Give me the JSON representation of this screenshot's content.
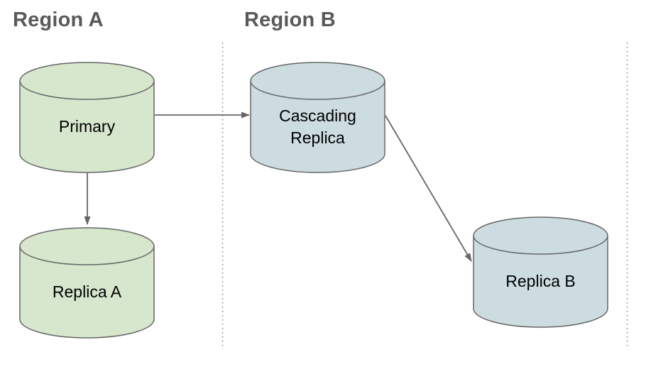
{
  "regions": [
    {
      "label": "Region A"
    },
    {
      "label": "Region B"
    }
  ],
  "nodes": [
    {
      "label": "Primary"
    },
    {
      "label": "Replica A"
    },
    {
      "label": "Cascading Replica"
    },
    {
      "label": "Replica B"
    }
  ],
  "edges": [
    {
      "from": "Primary",
      "to": "Cascading Replica"
    },
    {
      "from": "Primary",
      "to": "Replica A"
    },
    {
      "from": "Cascading Replica",
      "to": "Replica B"
    }
  ],
  "colors": {
    "region_a_node_fill": "#d6e7ce",
    "region_b_node_fill": "#ccdce1",
    "shape_stroke": "#666666",
    "arrow": "#666666",
    "region_label_text": "#595959",
    "node_label_text": "#000000",
    "region_divider": "#808080"
  }
}
